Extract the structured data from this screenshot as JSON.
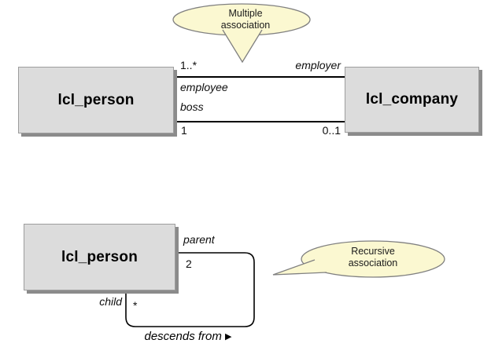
{
  "colors": {
    "box_fill": "#dcdcdc",
    "box_border": "#9d9d9d",
    "box_shadow": "#8b8b8b",
    "callout_fill": "#fbf8d1",
    "callout_border": "#808080",
    "line_color": "#000000"
  },
  "multiple_association": {
    "callout": {
      "line1": "Multiple",
      "line2": "association"
    },
    "left_class": "lcl_person",
    "right_class": "lcl_company",
    "upper_left_multiplicity": "1..*",
    "upper_right_role": "employer",
    "middle_left_role": "employee",
    "lower_left_role": "boss",
    "lower_left_multiplicity": "1",
    "lower_right_multiplicity": "0..1"
  },
  "recursive_association": {
    "callout": {
      "line1": "Recursive",
      "line2": "association"
    },
    "class": "lcl_person",
    "parent_role": "parent",
    "parent_multiplicity": "2",
    "child_role": "child",
    "child_multiplicity": "*",
    "association_name": "descends from",
    "direction_arrow": "▶"
  }
}
